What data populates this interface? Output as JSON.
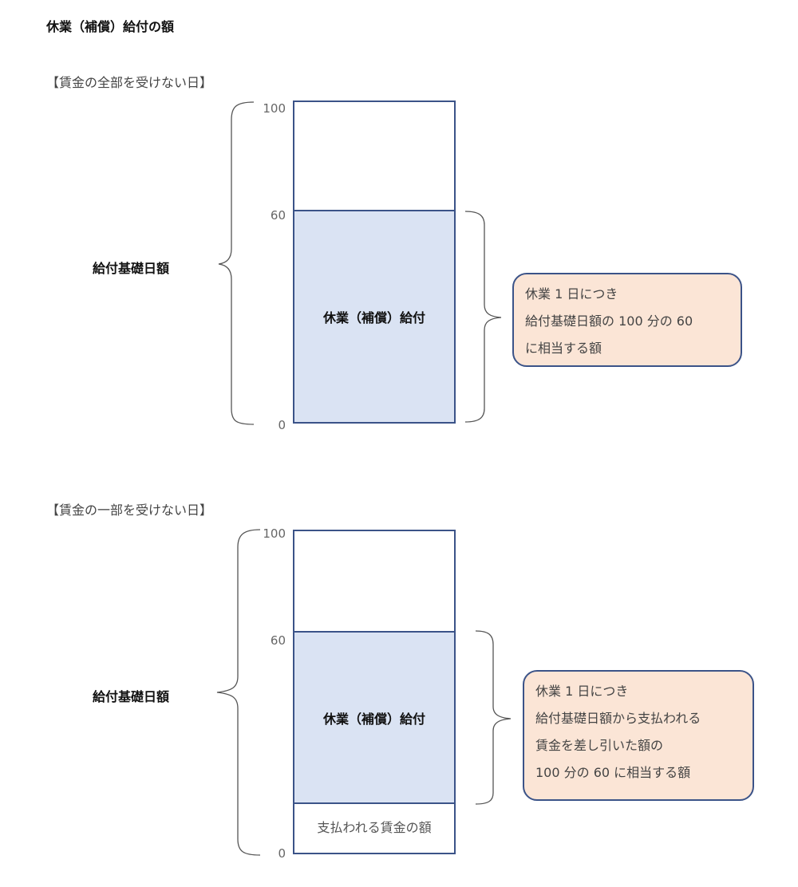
{
  "title": "休業（補償）給付の額",
  "diagram1": {
    "section_label": "【賃金の全部を受けない日】",
    "tick_top": "100",
    "tick_mid": "60",
    "tick_bottom": "0",
    "left_label": "給付基礎日額",
    "bar_label": "休業（補償）給付",
    "note_lines": [
      "休業 1 日につき",
      "給付基礎日額の 100 分の 60",
      "に相当する額"
    ]
  },
  "diagram2": {
    "section_label": "【賃金の一部を受けない日】",
    "tick_top": "100",
    "tick_mid": "60",
    "tick_bottom": "0",
    "left_label": "給付基礎日額",
    "bar_label": "休業（補償）給付",
    "wage_label": "支払われる賃金の額",
    "note_lines": [
      "休業 1 日につき",
      "給付基礎日額から支払われる",
      "賃金を差し引いた額の",
      "100 分の 60 に相当する額"
    ]
  },
  "colors": {
    "bar_border": "#3b5388",
    "bar_fill": "#dae3f3",
    "note_fill": "#fbe5d6"
  }
}
